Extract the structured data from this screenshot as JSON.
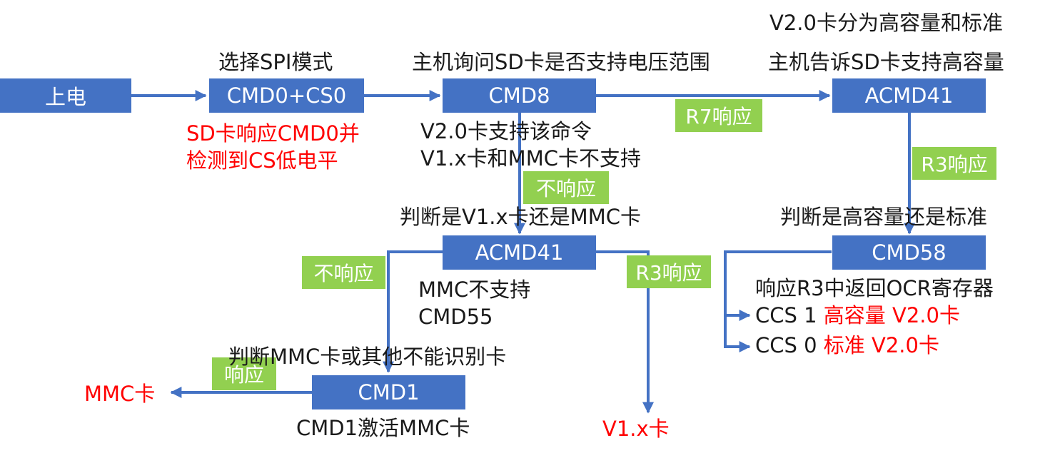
{
  "colors": {
    "box": "#4472c4",
    "response_tag": "#92d050",
    "arrow": "#4472c4",
    "highlight_text": "#ff0000",
    "text": "#1a1a1a"
  },
  "boxes": {
    "power_on": "上电",
    "cmd0": "CMD0+CS0",
    "cmd8": "CMD8",
    "acmd41_top": "ACMD41",
    "acmd41_mid": "ACMD41",
    "cmd58": "CMD58",
    "cmd1": "CMD1"
  },
  "tags": {
    "r7_response": "R7响应",
    "r3_response_right": "R3响应",
    "no_response_cmd8": "不响应",
    "no_response_acmd41": "不响应",
    "r3_response_mid": "R3响应",
    "response_cmd1": "响应"
  },
  "texts": {
    "select_spi": "选择SPI模式",
    "host_query_voltage": "主机询问SD卡是否支持电压范围",
    "v2_split": "V2.0卡分为高容量和标准",
    "host_tells_hc": "主机告诉SD卡支持高容量",
    "cmd0_note_line1": "SD卡响应CMD0并",
    "cmd0_note_line2": "检测到CS低电平",
    "cmd8_note_line1": "V2.0卡支持该命令",
    "cmd8_note_line2": "V1.x卡和MMC卡不支持",
    "judge_v1_or_mmc": "判断是V1.x卡还是MMC卡",
    "judge_hc_or_std": "判断是高容量还是标准",
    "mmc_not_support_line1": "MMC不支持",
    "mmc_not_support_line2": "CMD55",
    "ocr_note": "响应R3中返回OCR寄存器",
    "ccs1_prefix": "CCS 1",
    "ccs1_value": "高容量 V2.0卡",
    "ccs0_prefix": "CCS 0",
    "ccs0_value": "标准 V2.0卡",
    "judge_mmc_or_unknown": "判断MMC卡或其他不能识别卡",
    "cmd1_activate": "CMD1激活MMC卡",
    "result_mmc": "MMC卡",
    "result_v1": "V1.x卡"
  }
}
